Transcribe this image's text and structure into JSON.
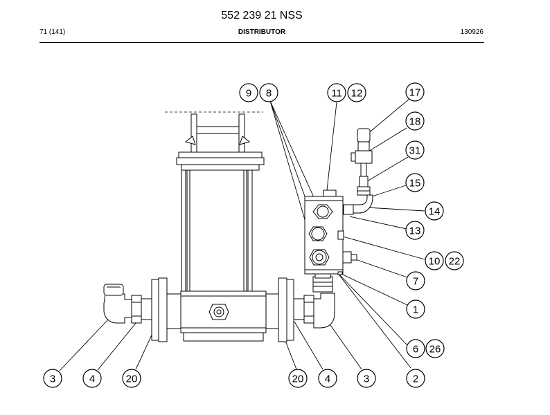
{
  "header": {
    "doc_number": "552 239 21 NSS",
    "page": "71 (141)",
    "title": "DISTRIBUTOR",
    "date": "130926"
  },
  "callouts": {
    "c9": "9",
    "c8": "8",
    "c11": "11",
    "c12": "12",
    "c17": "17",
    "c18": "18",
    "c31": "31",
    "c15": "15",
    "c14": "14",
    "c13": "13",
    "c10": "10",
    "c22": "22",
    "c7": "7",
    "c1": "1",
    "c6": "6",
    "c26": "26",
    "c3a": "3",
    "c4a": "4",
    "c20a": "20",
    "c20b": "20",
    "c4b": "4",
    "c3b": "3",
    "c2": "2"
  },
  "colors": {
    "ink": "#000000",
    "background": "#ffffff"
  }
}
